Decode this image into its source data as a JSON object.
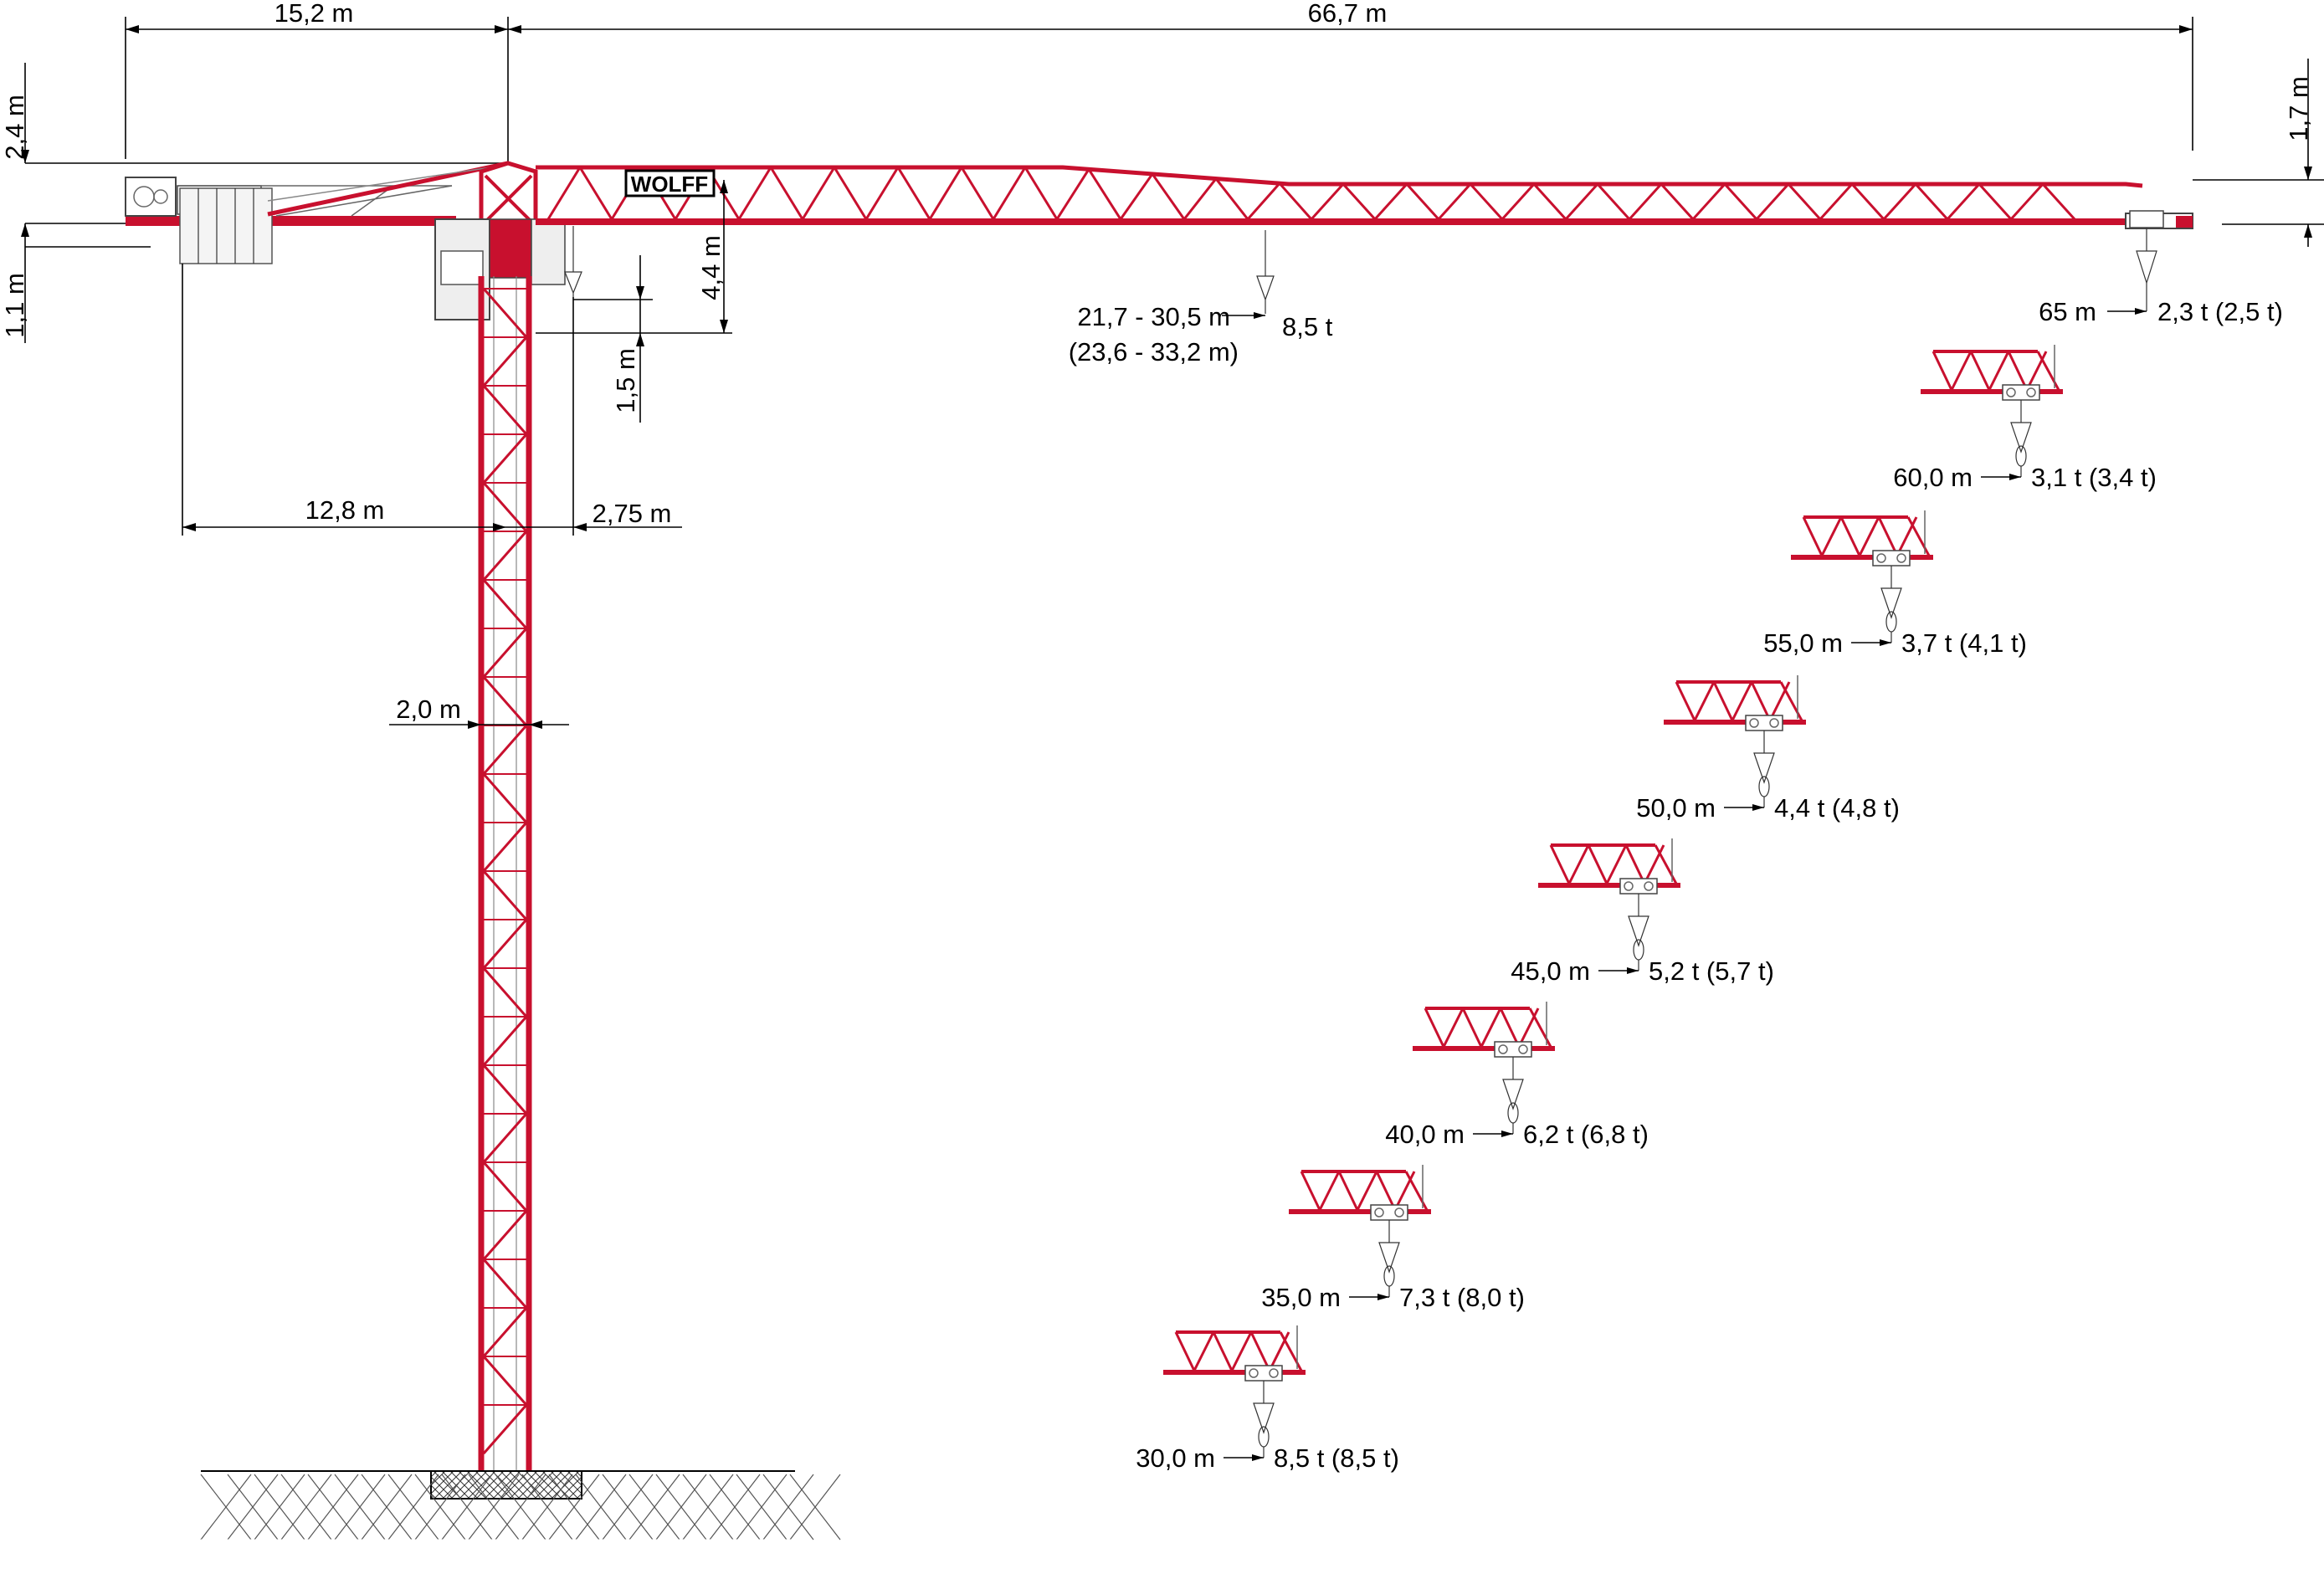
{
  "brand": "WOLFF",
  "colors": {
    "structure": "#c8102e",
    "outline": "#000000",
    "background": "#ffffff"
  },
  "dimensions": {
    "counter_jib_length": "15,2 m",
    "jib_length": "66,7 m",
    "counter_jib_height": "2,4 m",
    "counter_jib_depth": "1,1 m",
    "jib_tip_height": "1,7 m",
    "trolley_height": "4,4 m",
    "hook_offset": "1,5 m",
    "ballast_radius": "12,8 m",
    "tower_offset": "2,75 m",
    "tower_width": "2,0 m"
  },
  "max_load": {
    "radius_line1": "21,7 - 30,5 m",
    "radius_line2": "(23,6 - 33,2 m)",
    "load": "8,5 t"
  },
  "tip_load": {
    "radius": "65 m",
    "load": "2,3 t (2,5 t)"
  },
  "jib_configurations": [
    {
      "radius": "60,0 m",
      "load": "3,1 t (3,4 t)"
    },
    {
      "radius": "55,0 m",
      "load": "3,7 t (4,1 t)"
    },
    {
      "radius": "50,0 m",
      "load": "4,4 t (4,8 t)"
    },
    {
      "radius": "45,0 m",
      "load": "5,2 t (5,7 t)"
    },
    {
      "radius": "40,0 m",
      "load": "6,2 t (6,8 t)"
    },
    {
      "radius": "35,0 m",
      "load": "7,3 t (8,0 t)"
    },
    {
      "radius": "30,0 m",
      "load": "8,5 t (8,5 t)"
    }
  ]
}
